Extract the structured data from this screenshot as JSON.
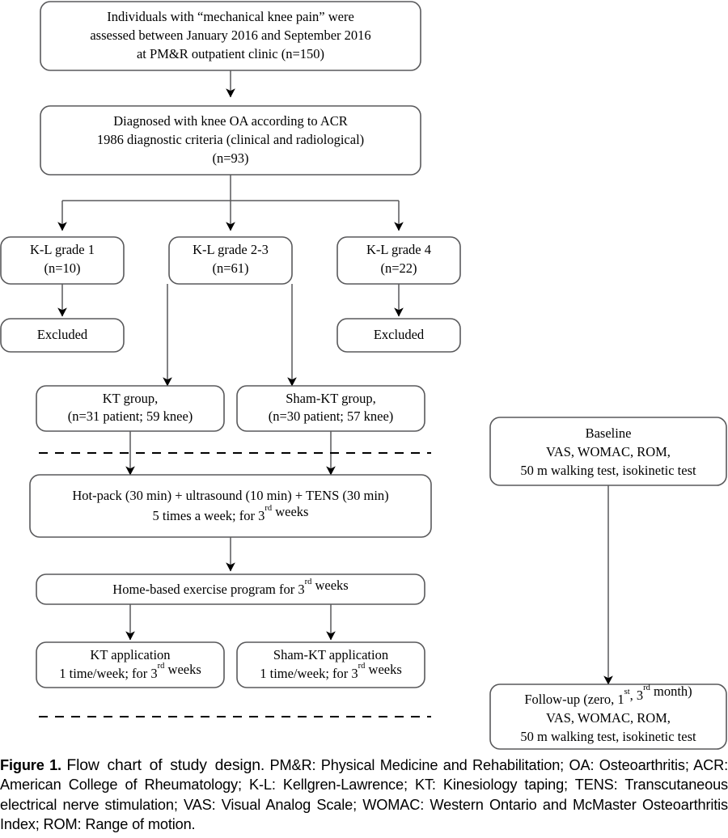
{
  "figure": {
    "label": "Figure 1.",
    "description": "Flow chart of study design.",
    "abbreviations": "PM&R: Physical Medicine and Rehabilitation; OA: Osteoarthritis; ACR: American College of Rheumatology; K-L: Kellgren-Lawrence; KT: Kinesiology taping; TENS: Transcutaneous electrical nerve stimulation; VAS: Visual Analog Scale; WOMAC: Western Ontario and McMaster Osteoarthritis Index; ROM: Range of motion."
  },
  "flowchart": {
    "title": "Flow chart of study design",
    "colors": {
      "box_stroke": "#59595b",
      "box_fill": "#ffffff",
      "connector": "#59595b",
      "arrowhead": "#000000",
      "text": "#000000",
      "background": "#ffffff"
    },
    "nodes": {
      "screening": {
        "id": "screening",
        "lines": [
          "Individuals with “mechanical knee pain” were",
          "assessed between January 2016 and September 2016",
          "at PM&R outpatient clinic (n=150)"
        ]
      },
      "diagnosis": {
        "id": "diagnosis",
        "lines": [
          "Diagnosed with knee OA according to ACR",
          "1986 diagnostic criteria (clinical and radiological)",
          "(n=93)"
        ]
      },
      "kl_grade_1": {
        "id": "kl-grade-1",
        "lines": [
          "K-L grade 1",
          "(n=10)"
        ]
      },
      "kl_grade_23": {
        "id": "kl-grade-2-3",
        "lines": [
          "K-L grade 2-3",
          "(n=61)"
        ]
      },
      "kl_grade_4": {
        "id": "kl-grade-4",
        "lines": [
          "K-L grade 4",
          "(n=22)"
        ]
      },
      "excluded_left": {
        "id": "excluded-left",
        "lines": [
          "Excluded"
        ]
      },
      "excluded_right": {
        "id": "excluded-right",
        "lines": [
          "Excluded"
        ]
      },
      "kt_group": {
        "id": "kt-group",
        "lines": [
          "KT group,",
          "(n=31 patient; 59 knee)"
        ]
      },
      "sham_kt_group": {
        "id": "sham-kt-group",
        "lines": [
          "Sham-KT group,",
          "(n=30 patient; 57 knee)"
        ]
      },
      "physical_therapy": {
        "id": "physical-therapy",
        "lines": [
          "Hot-pack (30 min) + ultrasound (10 min) + TENS (30 min)",
          "5 times a week; for 3rd weeks"
        ],
        "line_parts": [
          [
            {
              "t": "Hot-pack (30 min) + ultrasound (10 min) + TENS (30 min)"
            }
          ],
          [
            {
              "t": "5 times a week; for 3"
            },
            {
              "t": "rd",
              "sup": true
            },
            {
              "t": " weeks"
            }
          ]
        ]
      },
      "home_exercise": {
        "id": "home-exercise",
        "lines": [
          "Home-based exercise program for 3rd weeks"
        ],
        "line_parts": [
          [
            {
              "t": "Home-based exercise program for 3"
            },
            {
              "t": "rd",
              "sup": true
            },
            {
              "t": " weeks"
            }
          ]
        ]
      },
      "kt_application": {
        "id": "kt-application",
        "lines": [
          "KT application",
          "1 time/week; for 3rd weeks"
        ],
        "line_parts": [
          [
            {
              "t": "KT application"
            }
          ],
          [
            {
              "t": "1 time/week; for 3"
            },
            {
              "t": "rd",
              "sup": true
            },
            {
              "t": " weeks"
            }
          ]
        ]
      },
      "sham_kt_application": {
        "id": "sham-kt-application",
        "lines": [
          "Sham-KT application",
          "1 time/week; for 3rd weeks"
        ],
        "line_parts": [
          [
            {
              "t": "Sham-KT application"
            }
          ],
          [
            {
              "t": "1 time/week; for 3"
            },
            {
              "t": "rd",
              "sup": true
            },
            {
              "t": " weeks"
            }
          ]
        ]
      },
      "baseline": {
        "id": "baseline-assessment",
        "lines": [
          "Baseline",
          "VAS, WOMAC, ROM,",
          "50 m walking test, isokinetic test"
        ]
      },
      "followup": {
        "id": "followup-assessment",
        "lines": [
          "Follow-up (zero, 1st, 3rd month)",
          "VAS, WOMAC, ROM,",
          "50 m walking test, isokinetic test"
        ],
        "line_parts": [
          [
            {
              "t": "Follow-up (zero, 1"
            },
            {
              "t": "st",
              "sup": true
            },
            {
              "t": ", 3"
            },
            {
              "t": "rd",
              "sup": true
            },
            {
              "t": " month)"
            }
          ],
          [
            {
              "t": "VAS, WOMAC, ROM,"
            }
          ],
          [
            {
              "t": "50 m walking test, isokinetic test"
            }
          ]
        ]
      }
    }
  }
}
